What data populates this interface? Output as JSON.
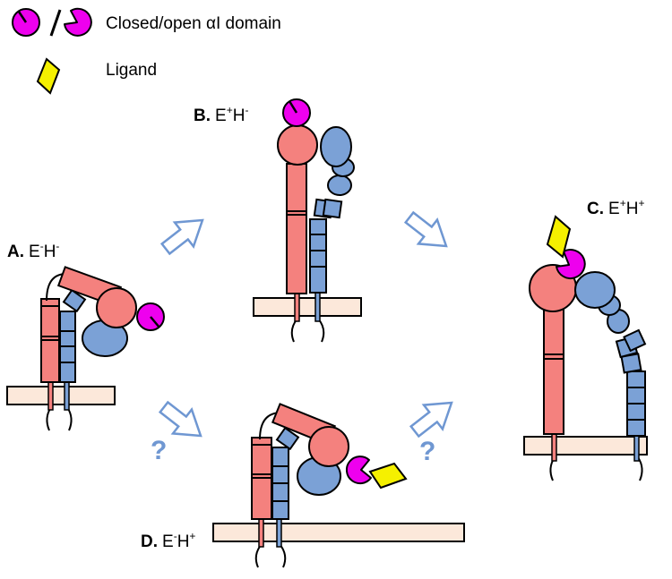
{
  "legend": {
    "domain_text": "Closed/open αI domain",
    "ligand_text": "Ligand"
  },
  "states": {
    "A": {
      "letter": "A.",
      "e": "E",
      "e_sign": "-",
      "h": "H",
      "h_sign": "-"
    },
    "B": {
      "letter": "B.",
      "e": "E",
      "e_sign": "+",
      "h": "H",
      "h_sign": "-"
    },
    "C": {
      "letter": "C.",
      "e": "E",
      "e_sign": "+",
      "h": "H",
      "h_sign": "+"
    },
    "D": {
      "letter": "D.",
      "e": "E",
      "e_sign": "-",
      "h": "H",
      "h_sign": "+"
    }
  },
  "transition_marks": {
    "lower_left": "?",
    "lower_right": "?"
  },
  "colors": {
    "alpha_subunit": "#f4817e",
    "beta_subunit": "#7ba1d6",
    "ai_domain": "#ee00ee",
    "ligand": "#f5f000",
    "membrane": "#fce8da",
    "arrow_outline": "#6f97d2"
  }
}
